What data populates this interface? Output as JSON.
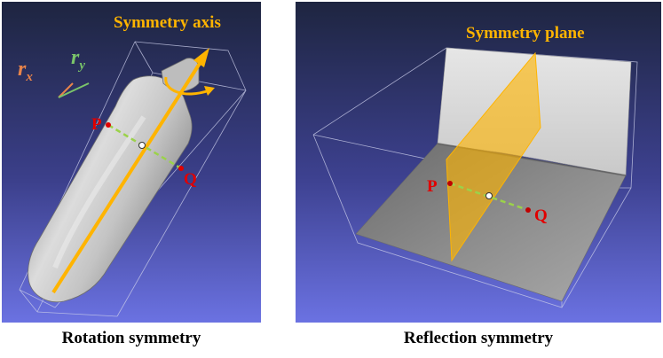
{
  "left_panel": {
    "title": "Symmetry axis",
    "axis_label_x_base": "r",
    "axis_label_x_sub": "x",
    "axis_label_y_base": "r",
    "axis_label_y_sub": "y",
    "point_p": "P",
    "point_q": "Q",
    "caption": "Rotation symmetry"
  },
  "right_panel": {
    "title": "Symmetry plane",
    "point_p": "P",
    "point_q": "Q",
    "caption": "Reflection symmetry"
  },
  "colors": {
    "symmetry_accent": "#ffb400",
    "point_red": "#e00000",
    "dashed_green": "#9bd24a",
    "axis_x_orange": "#e8844a",
    "axis_y_green": "#7ac46a",
    "background_top": "#202742",
    "background_bottom": "#6a70e0"
  }
}
